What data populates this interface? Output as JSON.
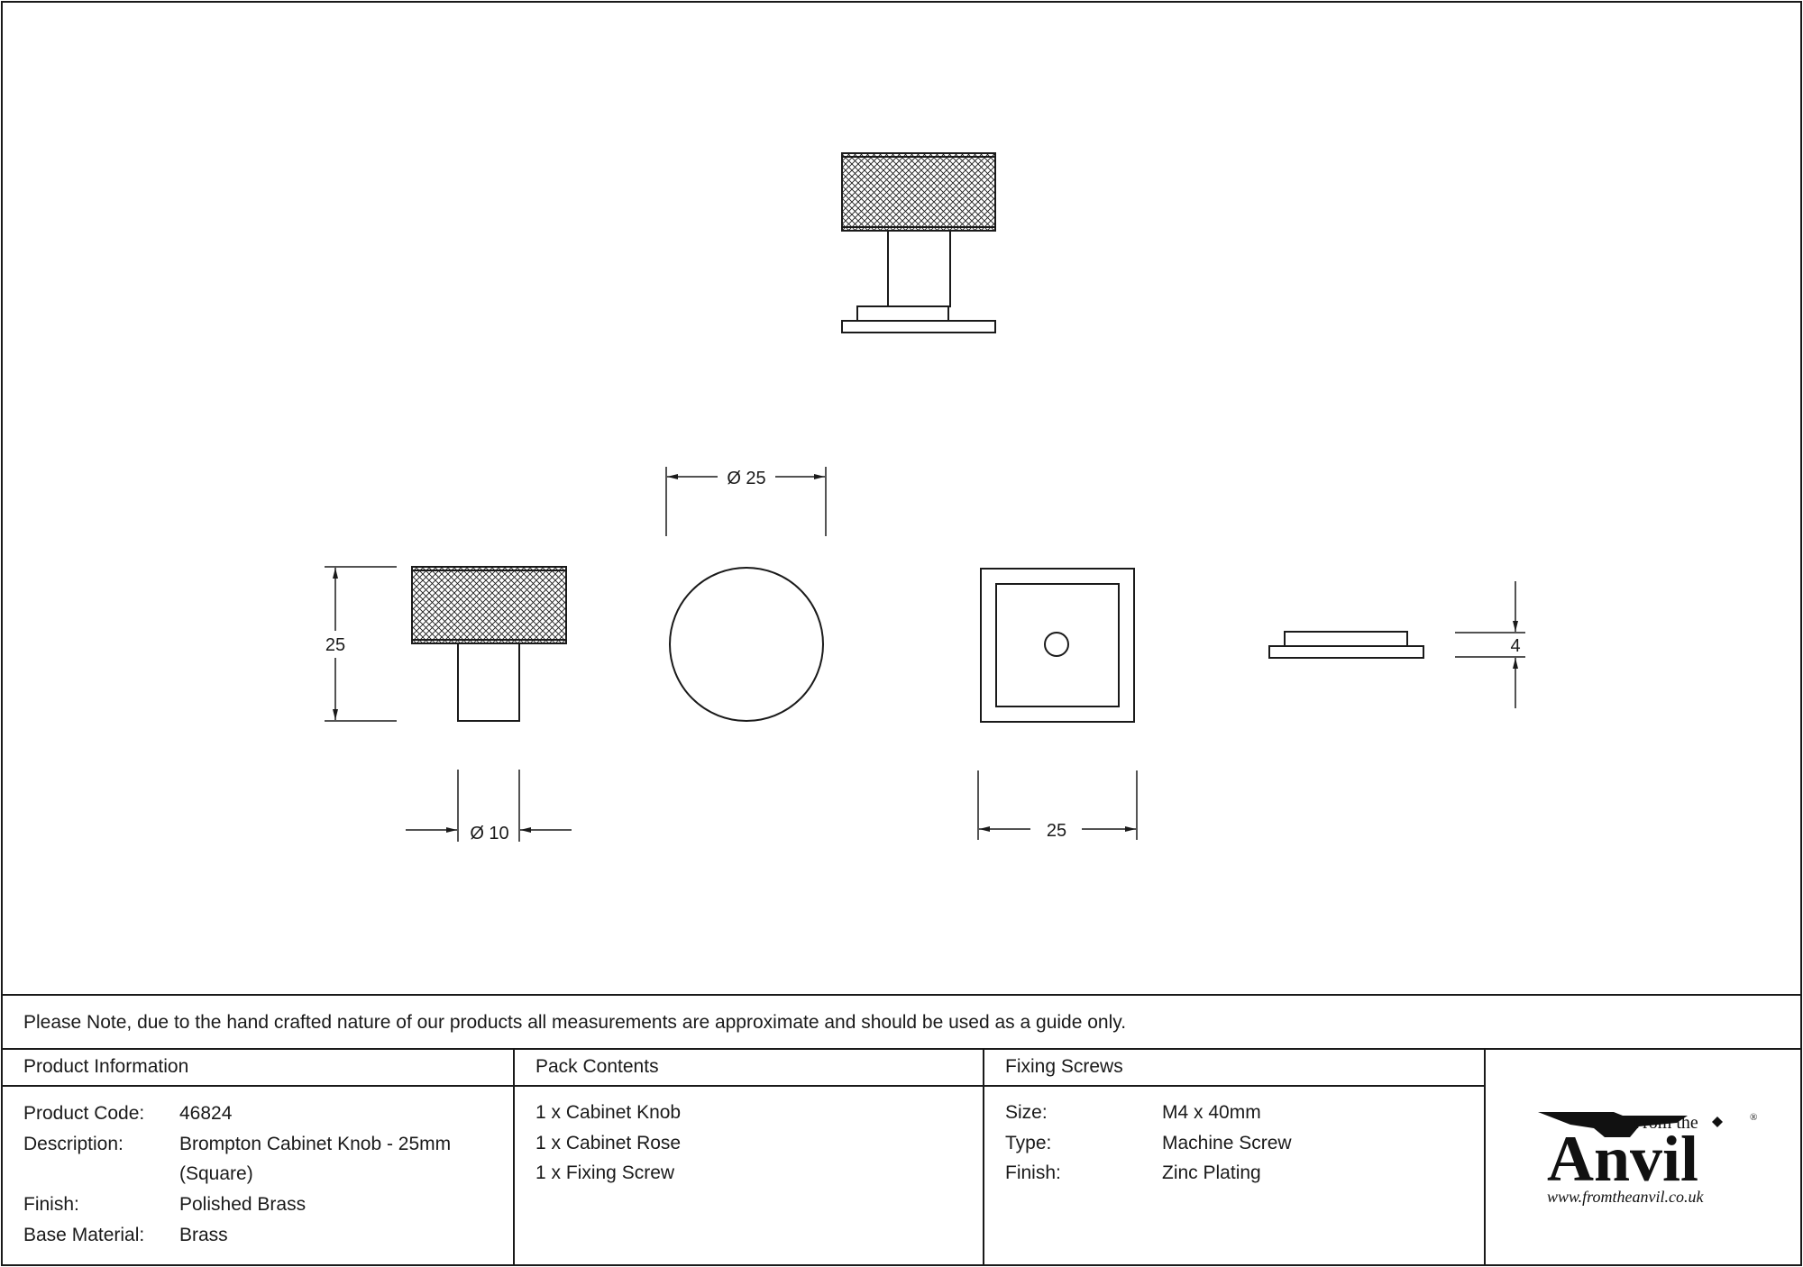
{
  "dimensions": {
    "rose_diameter": "Ø 25",
    "knob_height": "25",
    "stem_diameter": "Ø 10",
    "rose_width": "25",
    "rose_thickness": "4"
  },
  "note": "Please Note, due to the hand crafted nature of our products all measurements are approximate and should be used as a guide only.",
  "product_information": {
    "header": "Product Information",
    "rows": [
      {
        "label": "Product Code:",
        "value": "46824"
      },
      {
        "label": "Description:",
        "value": "Brompton Cabinet Knob - 25mm",
        "value2": "(Square)"
      },
      {
        "label": "Finish:",
        "value": "Polished Brass"
      },
      {
        "label": "Base Material:",
        "value": "Brass"
      }
    ]
  },
  "pack_contents": {
    "header": "Pack Contents",
    "items": [
      "1 x Cabinet Knob",
      "1 x Cabinet Rose",
      "1 x Fixing Screw"
    ]
  },
  "fixing_screws": {
    "header": "Fixing Screws",
    "rows": [
      {
        "label": "Size:",
        "value": "M4 x 40mm"
      },
      {
        "label": "Type:",
        "value": "Machine Screw"
      },
      {
        "label": "Finish:",
        "value": "Zinc Plating"
      }
    ]
  },
  "logo": {
    "from_the": "From the",
    "brand": "Anvil",
    "registered": "®",
    "url": "www.fromtheanvil.co.uk"
  },
  "colors": {
    "line": "#1a1a1a",
    "background": "#ffffff"
  }
}
